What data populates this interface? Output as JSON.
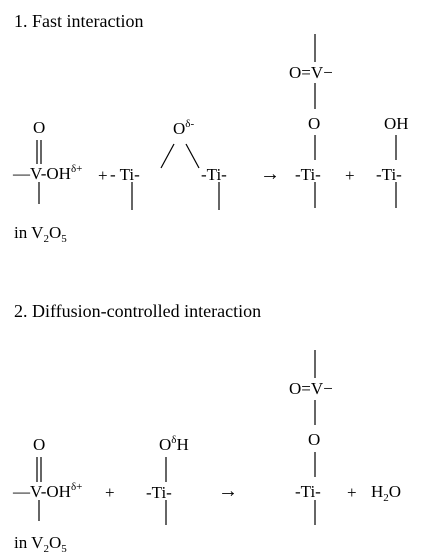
{
  "diagram": {
    "step1": {
      "heading": "1. Fast interaction",
      "vanadyl_top": "O",
      "vanadyl_group": "—V-OH",
      "vanadyl_charge": "δ+",
      "plus_1": "+",
      "bridge_oxygen": "O",
      "bridge_charge": "δ-",
      "ti_left": "- Ti-",
      "ti_right": "-Ti-",
      "arrow": "→",
      "product_v_group": "O=V−",
      "product_o": "O",
      "product_ti": "-Ti-",
      "plus_2": "+",
      "product_oh": "OH",
      "product_ti_2": "-Ti-",
      "source_prefix": "in V",
      "source_sub_1": "2",
      "source_mid": "O",
      "source_sub_2": "5"
    },
    "step2": {
      "heading": "2. Diffusion-controlled interaction",
      "vanadyl_top": "O",
      "vanadyl_group": "—V-OH",
      "vanadyl_charge": "δ+",
      "plus_1": "+",
      "hydroxyl_o": "O",
      "hydroxyl_charge": "δ",
      "hydroxyl_h": "H",
      "ti": "-Ti-",
      "arrow": "→",
      "product_v_group": "O=V−",
      "product_o": "O",
      "product_ti": "-Ti-",
      "plus_2": "+",
      "water_h": "H",
      "water_sub": "2",
      "water_o": "O",
      "source_prefix": "in V",
      "source_sub_1": "2",
      "source_mid": "O",
      "source_sub_2": "5"
    }
  }
}
